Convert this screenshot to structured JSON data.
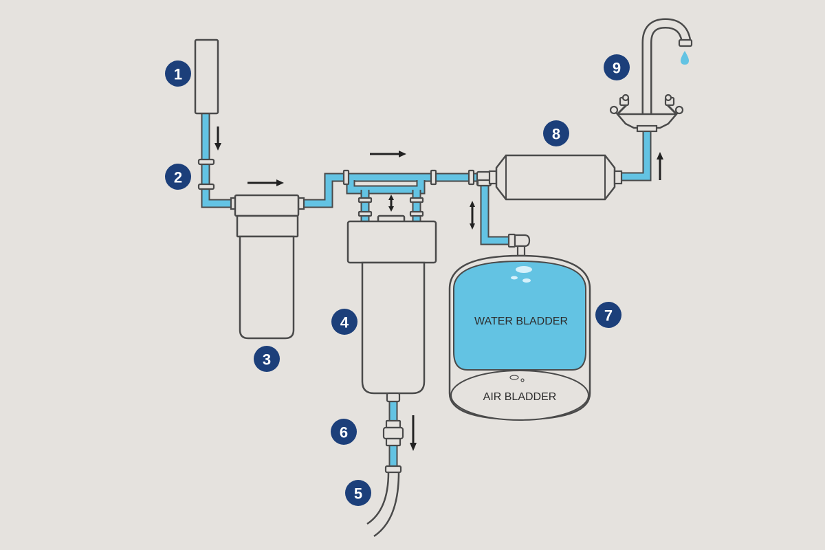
{
  "diagram": {
    "badges": [
      "1",
      "2",
      "3",
      "4",
      "5",
      "6",
      "7",
      "8",
      "9"
    ],
    "tank": {
      "water_label": "WATER BLADDER",
      "air_label": "AIR BLADDER"
    },
    "colors": {
      "background": "#e5e2de",
      "water": "#63c3e3",
      "outline": "#4a4a4a",
      "badge": "#1c3f7a"
    }
  }
}
